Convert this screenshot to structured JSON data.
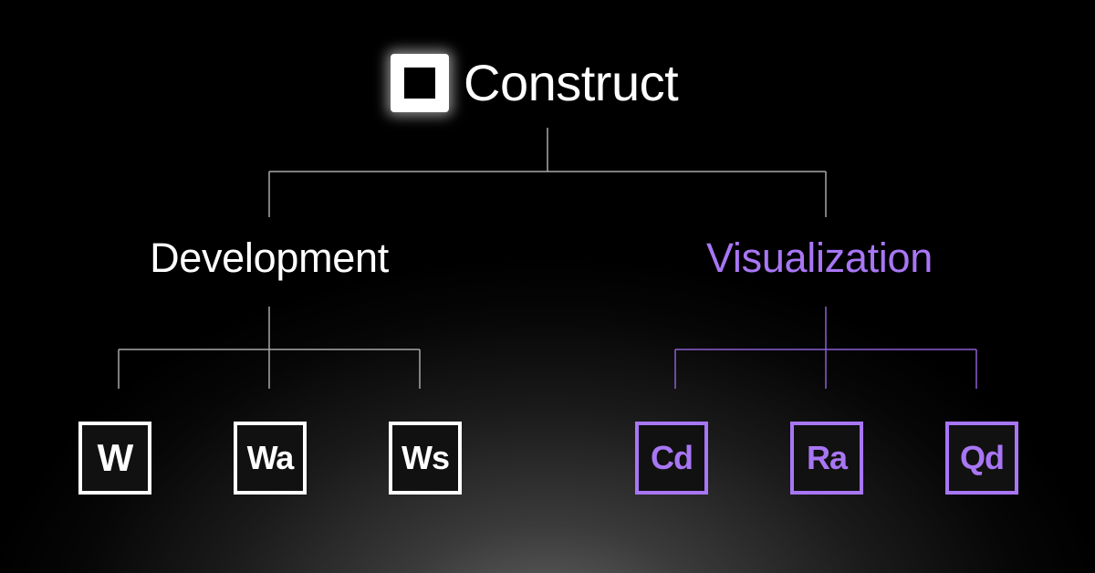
{
  "root": {
    "label": "Construct",
    "logo_icon": "square-logo-icon"
  },
  "branches": [
    {
      "label": "Development",
      "color": "#ffffff",
      "children": [
        "W",
        "Wa",
        "Ws"
      ]
    },
    {
      "label": "Visualization",
      "color": "#a876f5",
      "children": [
        "Cd",
        "Ra",
        "Qd"
      ]
    }
  ]
}
